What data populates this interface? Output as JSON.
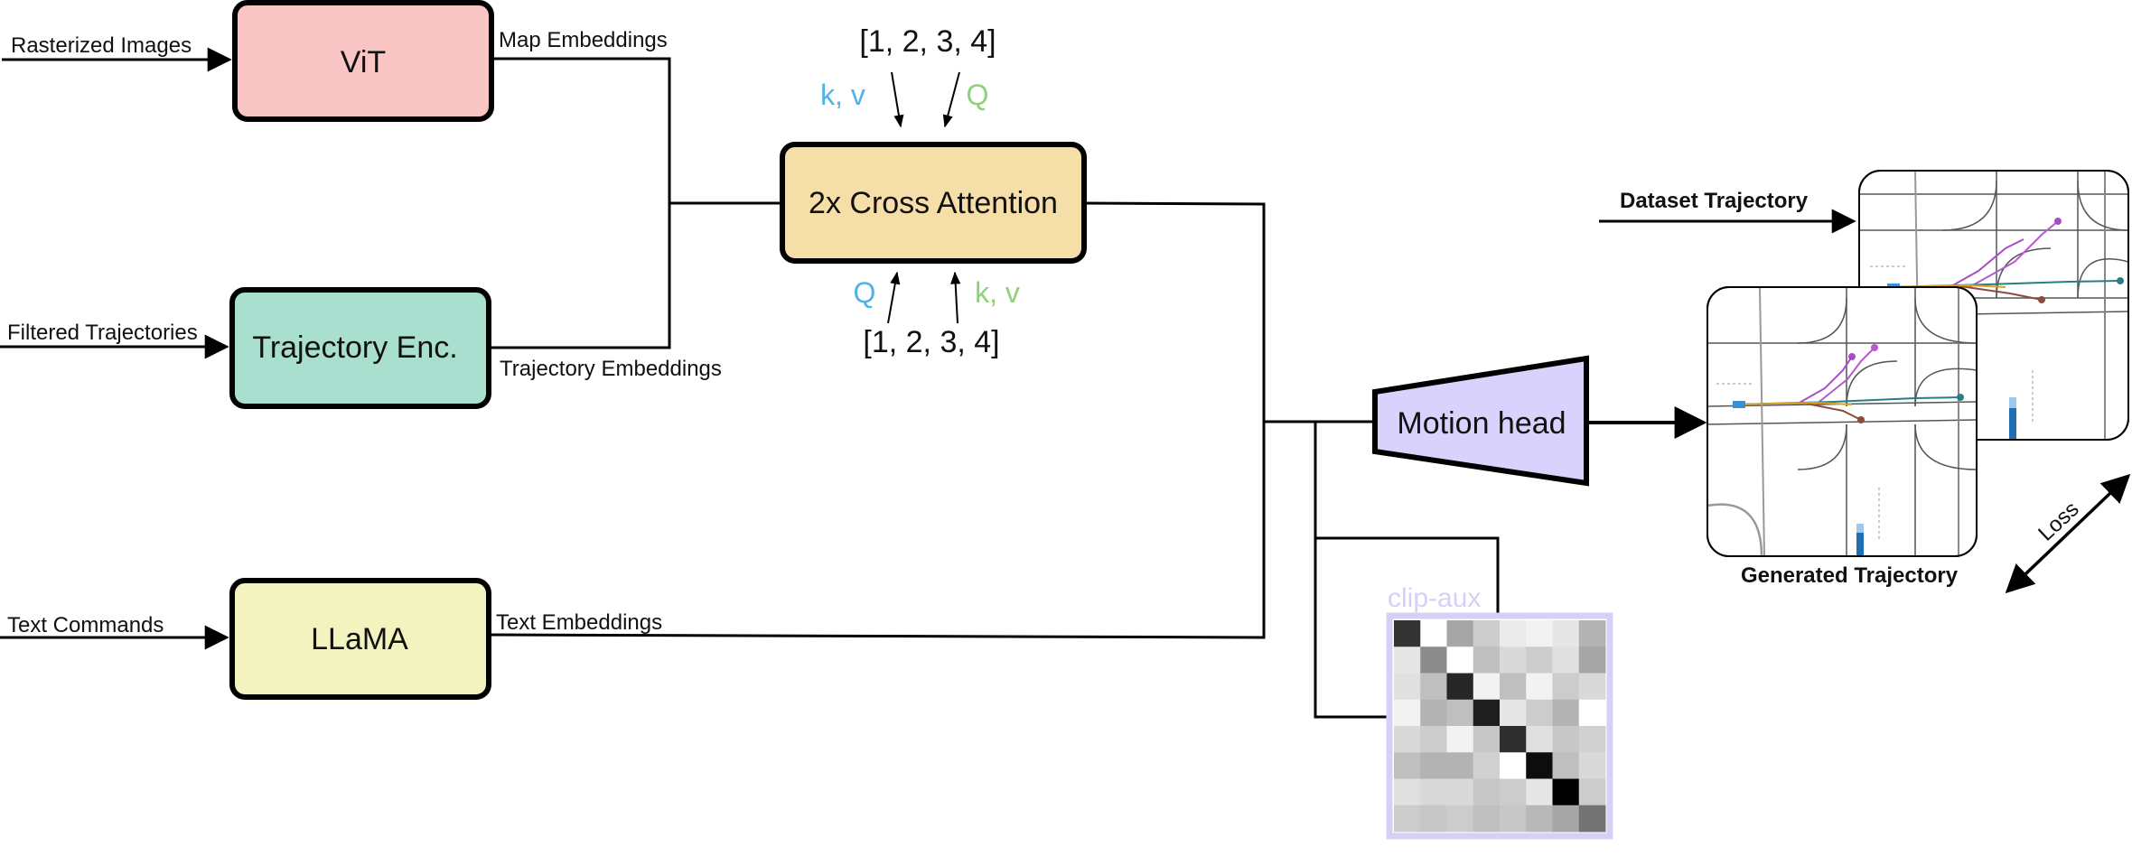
{
  "inputs": {
    "rasterized": "Rasterized Images",
    "filtered": "Filtered Trajectories",
    "text_commands": "Text Commands"
  },
  "blocks": {
    "vit": "ViT",
    "trajectory_enc": "Trajectory Enc.",
    "llama": "LLaMA",
    "cross_attention": "2x Cross Attention",
    "motion_head": "Motion head"
  },
  "edges": {
    "map_embeddings": "Map Embeddings",
    "trajectory_embeddings": "Trajectory Embeddings",
    "text_embeddings": "Text Embeddings"
  },
  "attention": {
    "top_sequence": "[1, 2, 3, 4]",
    "bottom_sequence": "[1, 2, 3, 4]",
    "top_kv": "k, v",
    "top_q": "Q",
    "bottom_q": "Q",
    "bottom_kv": "k, v"
  },
  "outputs": {
    "dataset_trajectory": "Dataset Trajectory",
    "generated_trajectory": "Generated Trajectory",
    "loss": "Loss",
    "clip_aux": "clip-aux"
  },
  "colors": {
    "vit": "#f9c6c5",
    "trajectory_enc": "#a8dfcf",
    "llama": "#f3f3c0",
    "cross_attention": "#f6dea8",
    "motion_head": "#d9d2fc",
    "clip_aux": "#d6d0f7",
    "kv_blue": "#4fb3e6",
    "q_green": "#8fd07a"
  },
  "clip_matrix": [
    [
      0.8,
      0.0,
      0.35,
      0.2,
      0.08,
      0.05,
      0.1,
      0.3
    ],
    [
      0.1,
      0.45,
      0.0,
      0.25,
      0.15,
      0.2,
      0.12,
      0.35
    ],
    [
      0.12,
      0.25,
      0.85,
      0.05,
      0.25,
      0.05,
      0.2,
      0.15
    ],
    [
      0.05,
      0.3,
      0.25,
      0.88,
      0.1,
      0.2,
      0.3,
      0.0
    ],
    [
      0.15,
      0.2,
      0.05,
      0.22,
      0.82,
      0.12,
      0.22,
      0.18
    ],
    [
      0.25,
      0.3,
      0.3,
      0.18,
      0.0,
      0.95,
      0.25,
      0.15
    ],
    [
      0.12,
      0.15,
      0.15,
      0.22,
      0.2,
      0.1,
      1.0,
      0.2
    ],
    [
      0.2,
      0.22,
      0.2,
      0.25,
      0.22,
      0.28,
      0.35,
      0.55
    ]
  ]
}
